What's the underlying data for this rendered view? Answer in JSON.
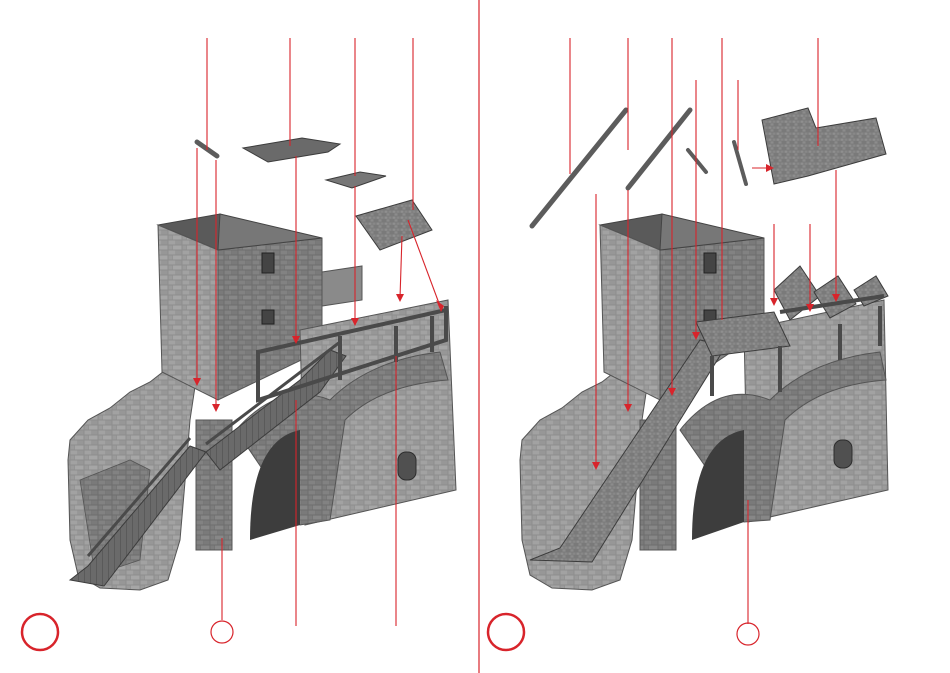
{
  "document": {
    "type": "assembly-instruction-sheet",
    "accent_color": "#d8242b",
    "model_gray": "#6f6f6f",
    "panels": [
      {
        "id": "left",
        "step_circle_label": "",
        "callout_circle_label": "",
        "parts": [
          "short-beam",
          "roof-panel",
          "small-roof-panel",
          "corrugated-roof-section",
          "walkway-railing",
          "staircase"
        ]
      },
      {
        "id": "right",
        "step_circle_label": "",
        "callout_circle_label": "",
        "parts": [
          "long-beam",
          "medium-beam",
          "short-slanted-beam",
          "small-post",
          "l-shaped-roof",
          "covered-stair-roof",
          "walkway-platform"
        ]
      }
    ]
  }
}
